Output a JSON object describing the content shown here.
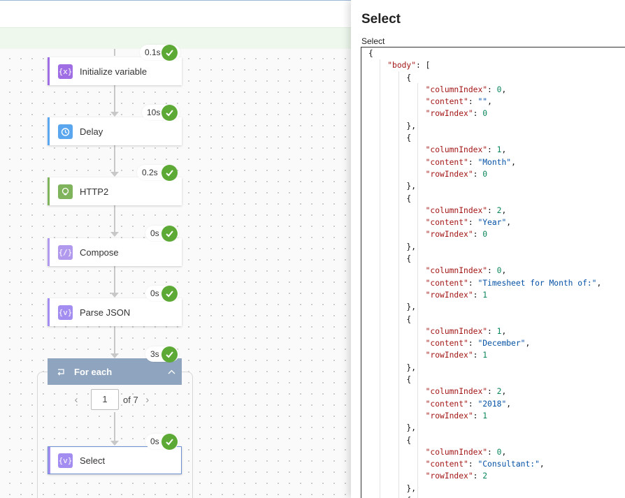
{
  "flow": {
    "steps": [
      {
        "label": "Initialize variable",
        "duration": "0.1s",
        "icon": "variable-icon",
        "color": "#a06ee4"
      },
      {
        "label": "Delay",
        "duration": "10s",
        "icon": "timer-icon",
        "color": "#5aa7f0"
      },
      {
        "label": "HTTP2",
        "duration": "0.2s",
        "icon": "globe-icon",
        "color": "#7fb35c"
      },
      {
        "label": "Compose",
        "duration": "0s",
        "icon": "compose-icon",
        "color": "#b199ee"
      },
      {
        "label": "Parse JSON",
        "duration": "0s",
        "icon": "json-icon",
        "color": "#a48df0"
      }
    ],
    "foreach": {
      "label": "For each",
      "duration": "3s",
      "page_current": "1",
      "page_total": "of 7"
    },
    "select_step": {
      "label": "Select",
      "duration": "0s",
      "icon": "select-icon",
      "color": "#a48df0"
    }
  },
  "panel": {
    "title": "Select",
    "field_label": "Select",
    "code_lines": [
      [
        {
          "t": "{",
          "c": "p"
        }
      ],
      [
        {
          "t": "    ",
          "c": "p"
        },
        {
          "t": "\"body\"",
          "c": "k"
        },
        {
          "t": ": [",
          "c": "p"
        }
      ],
      [
        {
          "t": "        {",
          "c": "p"
        }
      ],
      [
        {
          "t": "            ",
          "c": "p"
        },
        {
          "t": "\"columnIndex\"",
          "c": "k"
        },
        {
          "t": ": ",
          "c": "p"
        },
        {
          "t": "0",
          "c": "n"
        },
        {
          "t": ",",
          "c": "p"
        }
      ],
      [
        {
          "t": "            ",
          "c": "p"
        },
        {
          "t": "\"content\"",
          "c": "k"
        },
        {
          "t": ": ",
          "c": "p"
        },
        {
          "t": "\"\"",
          "c": "s"
        },
        {
          "t": ",",
          "c": "p"
        }
      ],
      [
        {
          "t": "            ",
          "c": "p"
        },
        {
          "t": "\"rowIndex\"",
          "c": "k"
        },
        {
          "t": ": ",
          "c": "p"
        },
        {
          "t": "0",
          "c": "n"
        }
      ],
      [
        {
          "t": "        },",
          "c": "p"
        }
      ],
      [
        {
          "t": "        {",
          "c": "p"
        }
      ],
      [
        {
          "t": "            ",
          "c": "p"
        },
        {
          "t": "\"columnIndex\"",
          "c": "k"
        },
        {
          "t": ": ",
          "c": "p"
        },
        {
          "t": "1",
          "c": "n"
        },
        {
          "t": ",",
          "c": "p"
        }
      ],
      [
        {
          "t": "            ",
          "c": "p"
        },
        {
          "t": "\"content\"",
          "c": "k"
        },
        {
          "t": ": ",
          "c": "p"
        },
        {
          "t": "\"Month\"",
          "c": "s"
        },
        {
          "t": ",",
          "c": "p"
        }
      ],
      [
        {
          "t": "            ",
          "c": "p"
        },
        {
          "t": "\"rowIndex\"",
          "c": "k"
        },
        {
          "t": ": ",
          "c": "p"
        },
        {
          "t": "0",
          "c": "n"
        }
      ],
      [
        {
          "t": "        },",
          "c": "p"
        }
      ],
      [
        {
          "t": "        {",
          "c": "p"
        }
      ],
      [
        {
          "t": "            ",
          "c": "p"
        },
        {
          "t": "\"columnIndex\"",
          "c": "k"
        },
        {
          "t": ": ",
          "c": "p"
        },
        {
          "t": "2",
          "c": "n"
        },
        {
          "t": ",",
          "c": "p"
        }
      ],
      [
        {
          "t": "            ",
          "c": "p"
        },
        {
          "t": "\"content\"",
          "c": "k"
        },
        {
          "t": ": ",
          "c": "p"
        },
        {
          "t": "\"Year\"",
          "c": "s"
        },
        {
          "t": ",",
          "c": "p"
        }
      ],
      [
        {
          "t": "            ",
          "c": "p"
        },
        {
          "t": "\"rowIndex\"",
          "c": "k"
        },
        {
          "t": ": ",
          "c": "p"
        },
        {
          "t": "0",
          "c": "n"
        }
      ],
      [
        {
          "t": "        },",
          "c": "p"
        }
      ],
      [
        {
          "t": "        {",
          "c": "p"
        }
      ],
      [
        {
          "t": "            ",
          "c": "p"
        },
        {
          "t": "\"columnIndex\"",
          "c": "k"
        },
        {
          "t": ": ",
          "c": "p"
        },
        {
          "t": "0",
          "c": "n"
        },
        {
          "t": ",",
          "c": "p"
        }
      ],
      [
        {
          "t": "            ",
          "c": "p"
        },
        {
          "t": "\"content\"",
          "c": "k"
        },
        {
          "t": ": ",
          "c": "p"
        },
        {
          "t": "\"Timesheet for Month of:\"",
          "c": "s"
        },
        {
          "t": ",",
          "c": "p"
        }
      ],
      [
        {
          "t": "            ",
          "c": "p"
        },
        {
          "t": "\"rowIndex\"",
          "c": "k"
        },
        {
          "t": ": ",
          "c": "p"
        },
        {
          "t": "1",
          "c": "n"
        }
      ],
      [
        {
          "t": "        },",
          "c": "p"
        }
      ],
      [
        {
          "t": "        {",
          "c": "p"
        }
      ],
      [
        {
          "t": "            ",
          "c": "p"
        },
        {
          "t": "\"columnIndex\"",
          "c": "k"
        },
        {
          "t": ": ",
          "c": "p"
        },
        {
          "t": "1",
          "c": "n"
        },
        {
          "t": ",",
          "c": "p"
        }
      ],
      [
        {
          "t": "            ",
          "c": "p"
        },
        {
          "t": "\"content\"",
          "c": "k"
        },
        {
          "t": ": ",
          "c": "p"
        },
        {
          "t": "\"December\"",
          "c": "s"
        },
        {
          "t": ",",
          "c": "p"
        }
      ],
      [
        {
          "t": "            ",
          "c": "p"
        },
        {
          "t": "\"rowIndex\"",
          "c": "k"
        },
        {
          "t": ": ",
          "c": "p"
        },
        {
          "t": "1",
          "c": "n"
        }
      ],
      [
        {
          "t": "        },",
          "c": "p"
        }
      ],
      [
        {
          "t": "        {",
          "c": "p"
        }
      ],
      [
        {
          "t": "            ",
          "c": "p"
        },
        {
          "t": "\"columnIndex\"",
          "c": "k"
        },
        {
          "t": ": ",
          "c": "p"
        },
        {
          "t": "2",
          "c": "n"
        },
        {
          "t": ",",
          "c": "p"
        }
      ],
      [
        {
          "t": "            ",
          "c": "p"
        },
        {
          "t": "\"content\"",
          "c": "k"
        },
        {
          "t": ": ",
          "c": "p"
        },
        {
          "t": "\"2018\"",
          "c": "s"
        },
        {
          "t": ",",
          "c": "p"
        }
      ],
      [
        {
          "t": "            ",
          "c": "p"
        },
        {
          "t": "\"rowIndex\"",
          "c": "k"
        },
        {
          "t": ": ",
          "c": "p"
        },
        {
          "t": "1",
          "c": "n"
        }
      ],
      [
        {
          "t": "        },",
          "c": "p"
        }
      ],
      [
        {
          "t": "        {",
          "c": "p"
        }
      ],
      [
        {
          "t": "            ",
          "c": "p"
        },
        {
          "t": "\"columnIndex\"",
          "c": "k"
        },
        {
          "t": ": ",
          "c": "p"
        },
        {
          "t": "0",
          "c": "n"
        },
        {
          "t": ",",
          "c": "p"
        }
      ],
      [
        {
          "t": "            ",
          "c": "p"
        },
        {
          "t": "\"content\"",
          "c": "k"
        },
        {
          "t": ": ",
          "c": "p"
        },
        {
          "t": "\"Consultant:\"",
          "c": "s"
        },
        {
          "t": ",",
          "c": "p"
        }
      ],
      [
        {
          "t": "            ",
          "c": "p"
        },
        {
          "t": "\"rowIndex\"",
          "c": "k"
        },
        {
          "t": ": ",
          "c": "p"
        },
        {
          "t": "2",
          "c": "n"
        }
      ],
      [
        {
          "t": "        },",
          "c": "p"
        }
      ],
      [
        {
          "t": "        {",
          "c": "p"
        }
      ]
    ]
  }
}
